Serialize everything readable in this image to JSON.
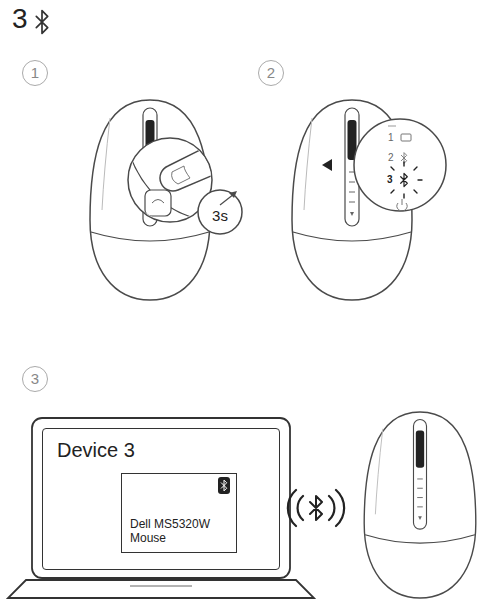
{
  "diagram": {
    "title": "3",
    "nodes": [
      {
        "text": [
          "1"
        ]
      },
      {
        "text": [
          "2"
        ]
      },
      {
        "text": [
          "3s"
        ]
      },
      {
        "text": [
          "3"
        ]
      },
      {
        "text": [
          "Device 3"
        ]
      },
      {
        "text": [
          "Dell MS5320W Mouse"
        ],
        "in": 4
      }
    ],
    "labels": [
      "1",
      "2",
      "3"
    ]
  }
}
